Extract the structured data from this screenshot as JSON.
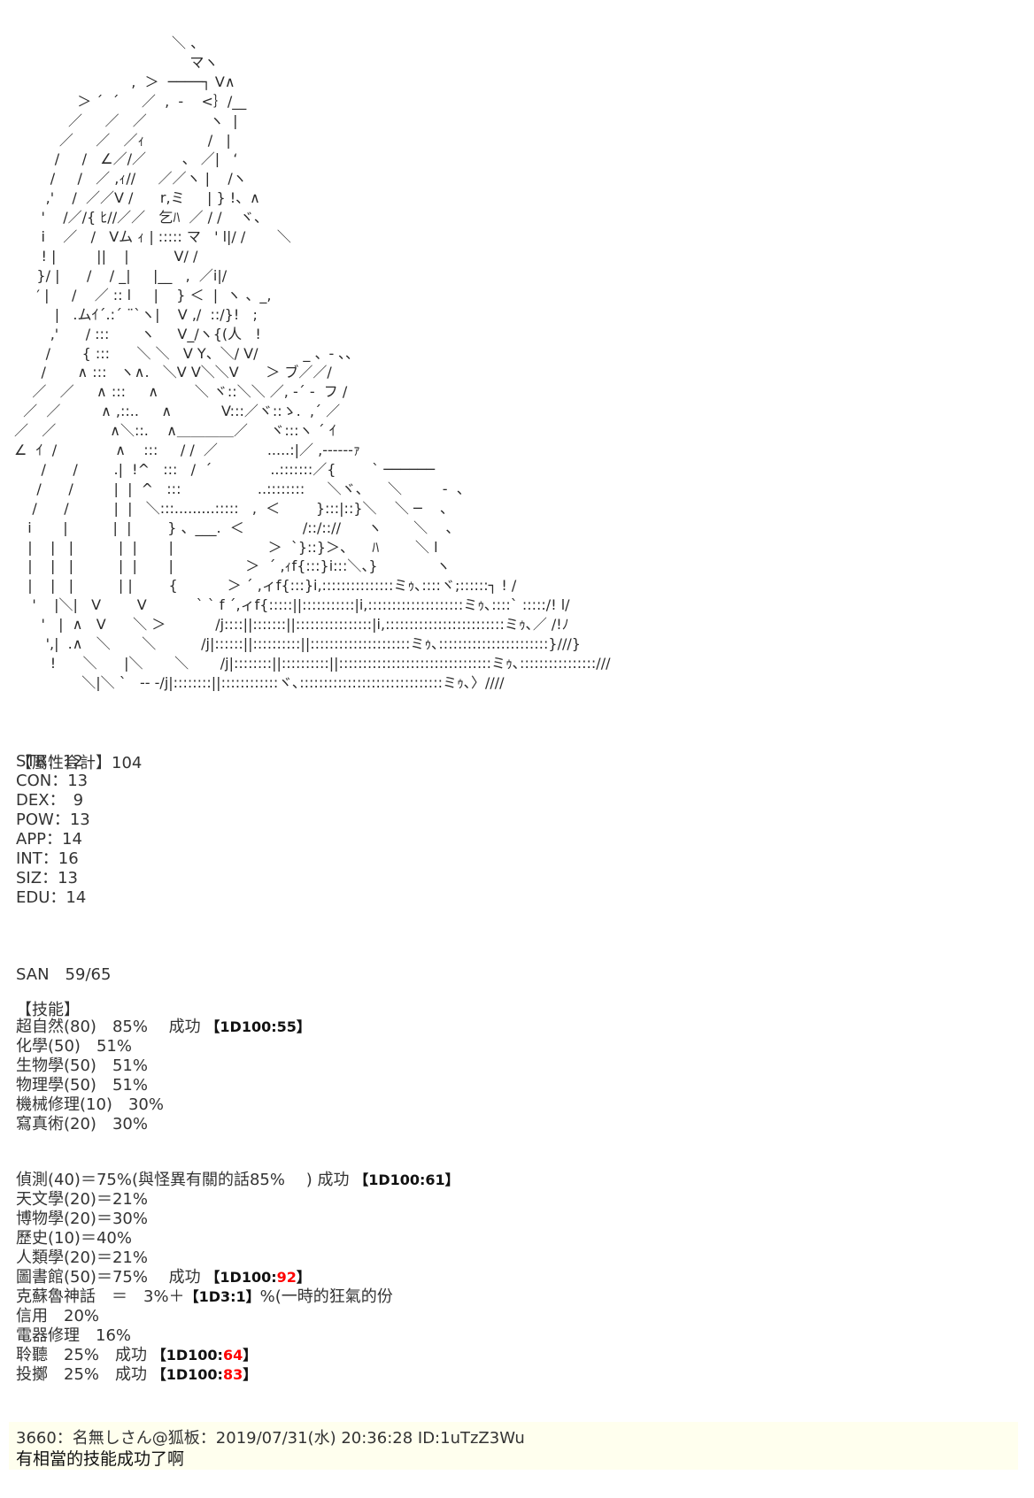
{
  "ascii_art": "                                   ＼ 、\n                                       マヽ\n                          ,  ＞  ────┐ V∧\n              ＞ ´  ´     ／  ,  -    <｝/__\n            ／     ／   ／              ヽ  |\n          ／     ／   ／ｨ              /   |\n         /     /   ∠／/／        、 ／|   ‘\n        /     /   ／ ,ｨ//     ／／ヽ |    /ヽ\n       ,'    /  ／／V /      r,ミ     | } !、∧\n      '    /／/{ ﾋ//／／   乞ﾊ  ／ / /    ヾ、\n      i    ／   /   Vム ｨ | ::::: マ   ' l|/ /       ＼\n      ! |         ||    |          V/ /\n     }/ |      /    / _|     |__   ,  ／i|/\n     ′ |     /    ／ :: l     |    } ＜  |  ヽ 、_,\n         |   .ムｲ´.:´ ¨`ヽ|    V ,/  ::/}!   ;\n        ,'      / :::       ヽ     V_/ヽ{(人   !\n       /       { :::      ＼ ＼   V Y、＼/ V/          _ 、- ､､\n      /       ∧ :::   ヽ∧.   ＼V V＼＼V      ＞ ブ／／/\n    ／   ／     ∧ :::     ∧        ＼ ヾ::＼＼ ／, -´ -  フ /\n  ／  ／         ∧ ,::..     ∧           V:::／ヾ::ゝ.  ,´ ／\n／   ／            ∧＼::.    ∧＿＿＿＿／     ヾ:::ヽ ´ ｲ\n∠  ｲ  /             ∧    :::     / /  ／           .....:|／ ,------ｧ\n      /      /        .|  !^   :::   /  ´             ..:::::::／{        ` ──────\n     /      /         |  |  ^   :::                 ..::::::::     ＼ヾ、    ＼         -  、\n    /      /          |  |   ＼:::.........:::::   ,  ＜        }:::|::}＼    ＼ ─    、\n   i       |          |  |        } 、___.  ＜             /::/:://      ヽ       ＼    、\n   |    |   |          |  |       |                     ＞  `}::}＞、    ﾊ        ＼ l\n   |    |   |          |  |       |                ＞  ´ ,ｨf{:::}i:::＼、}             ヽ\n   |    |   |          | |        {           ＞ ´ ,ィf{:::}i,:::::::::::::::ミｩ､::::ヾ;::::::┐ ! /\n    '    |＼|   V        V           ` ` f ´,ィf{:::::||:::::::::::|i,::::::::::::::::::::ミｩ､::::` :::::/! l/\n      '   |  ∧   V      ＼ ＞           /j::::||:::::::||::::::::::::::::|i,:::::::::::::::::::::::::ミｩ､／ /!ﾉ\n       ',|  .∧   ＼       ＼          /j|::::::||::::::::::||:::::::::::::::::::::ミｩ､:::::::::::::::::::::::}///}\n        !      ＼      |＼       ＼       /j|::::::::||::::::::::||::::::::::::::::::::::::::::::::ミｩ､::::::::::::::::///\n               ＼|＼ `   -- -/j|::::::::||::::::::::::ヾ､::::::::::::::::::::::::::::::ミｩ､〉////",
  "attributes": {
    "header": "【屬性合計】104",
    "stats": [
      "STR：12",
      "CON：13",
      "DEX：　9",
      "POW：13",
      "APP：14",
      "INT：16",
      "SIZ：13",
      "EDU：14"
    ],
    "san": "SAN　59/65"
  },
  "skills_header": "【技能】",
  "skills_group1": [
    {
      "text": "超自然(80)　85%　 成功 ",
      "dice_prefix": "【1D100:",
      "roll": "55",
      "roll_red": false,
      "dice_suffix": "】",
      "tail": ""
    },
    {
      "text": "化學(50)　51%"
    },
    {
      "text": "生物學(50)　51%"
    },
    {
      "text": "物理學(50)　51%"
    },
    {
      "text": "機械修理(10)　30%"
    },
    {
      "text": "寫真術(20)　30%"
    }
  ],
  "skills_group2": [
    {
      "text": "偵測(40)＝75%(與怪異有關的話85%　 ) 成功 ",
      "dice_prefix": "【1D100:",
      "roll": "61",
      "roll_red": false,
      "dice_suffix": "】",
      "tail": ""
    },
    {
      "text": "天文學(20)＝21%"
    },
    {
      "text": "博物學(20)＝30%"
    },
    {
      "text": "歷史(10)＝40%"
    },
    {
      "text": "人類學(20)＝21%"
    },
    {
      "text": "圖書館(50)＝75%　 成功 ",
      "dice_prefix": "【1D100:",
      "roll": "92",
      "roll_red": true,
      "dice_suffix": "】",
      "tail": ""
    },
    {
      "text": "克蘇魯神話　＝　3%＋",
      "dice_prefix": "【1D3:",
      "roll": "1",
      "roll_red": false,
      "dice_suffix": "】",
      "tail": "%(一時的狂氣的份"
    },
    {
      "text": "信用　20%"
    },
    {
      "text": "電器修理　16%"
    },
    {
      "text": "聆聽　25%　成功 ",
      "dice_prefix": "【1D100:",
      "roll": "64",
      "roll_red": true,
      "dice_suffix": "】",
      "tail": ""
    },
    {
      "text": "投擲　25%　成功 ",
      "dice_prefix": "【1D100:",
      "roll": "83",
      "roll_red": true,
      "dice_suffix": "】",
      "tail": ""
    }
  ],
  "reply": {
    "header": "3660：名無しさん@狐板：2019/07/31(水) 20:36:28 ID:1uTzZ3Wu",
    "message": "有相當的技能成功了啊"
  },
  "colors": {
    "roll_red": "#ff0000",
    "reply_background": "#ffffee",
    "text": "#333333"
  }
}
